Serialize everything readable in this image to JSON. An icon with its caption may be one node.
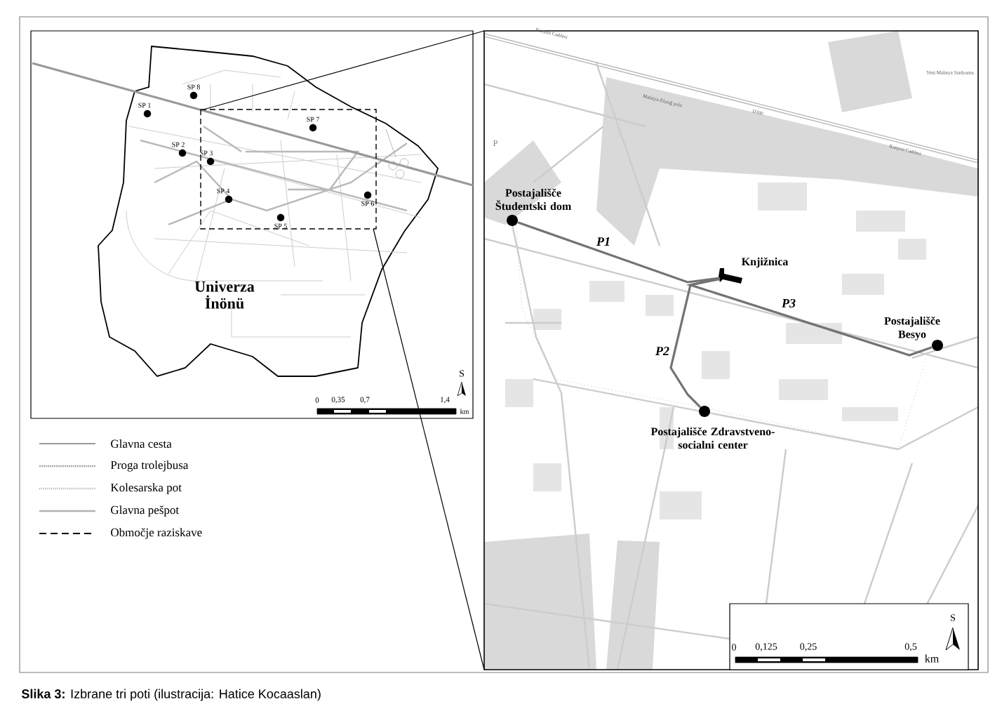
{
  "diagram": {
    "caption": "**Slika 3:** Izbrane tri poti (ilustracija: Hatice Kocaaslan)",
    "nodes": [
      {
        "text": [],
        "shape": "circle",
        "beside": [
          "Postajališče Študentski dom"
        ]
      },
      {
        "text": [],
        "shape": "picture",
        "beside": [
          "Knjižnica"
        ]
      },
      {
        "text": [],
        "shape": "circle",
        "beside": [
          "Postajališče Besyo"
        ]
      },
      {
        "text": [],
        "shape": "circle",
        "beside": [
          "Postajališče Zdravstveno-socialni center"
        ]
      }
    ],
    "edges": [
      {
        "from": 0,
        "to": 1,
        "arrow": "none",
        "label": "P1"
      },
      {
        "from": 3,
        "to": 1,
        "arrow": "none",
        "label": "P2"
      },
      {
        "from": 2,
        "to": 1,
        "arrow": "none",
        "label": "P3"
      }
    ],
    "labels": [
      "SP 8",
      "SP 1",
      "SP 7",
      "SP 2",
      "SP 3",
      "SP 4",
      "SP 6",
      "SP 5",
      "Univerza İnönü",
      "0",
      "0,35",
      "0,7",
      "1,4",
      "km",
      "S",
      "Kanyon Caddesi",
      "Malatya-Elazığ yolu",
      "D300",
      "Yeni Malatya Stadyumu",
      "Kanyon Caddesi",
      "P",
      "0",
      "0,125",
      "0,25",
      "0,5",
      "km",
      "S"
    ],
    "legend": [
      {
        "text": "Glavna cesta"
      },
      {
        "text": "Proga trolejbusa"
      },
      {
        "text": "Kolesarska pot"
      },
      {
        "text": "Glavna pešpot"
      },
      {
        "text": "Območje raziskave"
      }
    ]
  }
}
